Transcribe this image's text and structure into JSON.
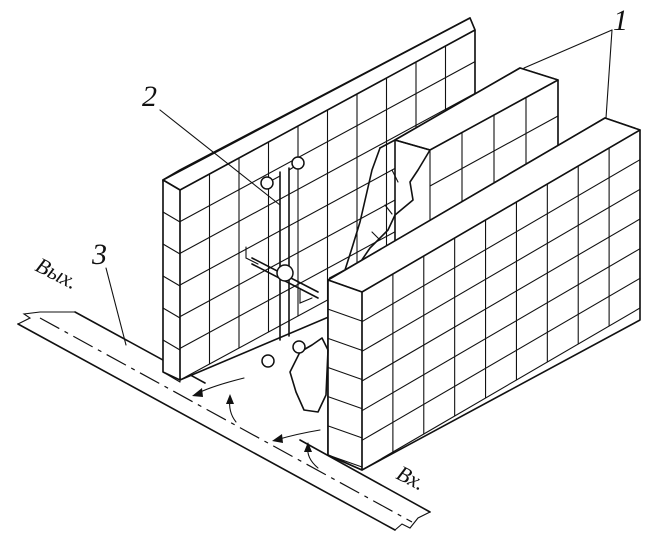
{
  "labels": {
    "callout_1": "1",
    "callout_2": "2",
    "callout_3": "3",
    "outlet": "Вых.",
    "inlet": "Вх."
  },
  "colors": {
    "line": "#111111",
    "background": "#ffffff"
  }
}
